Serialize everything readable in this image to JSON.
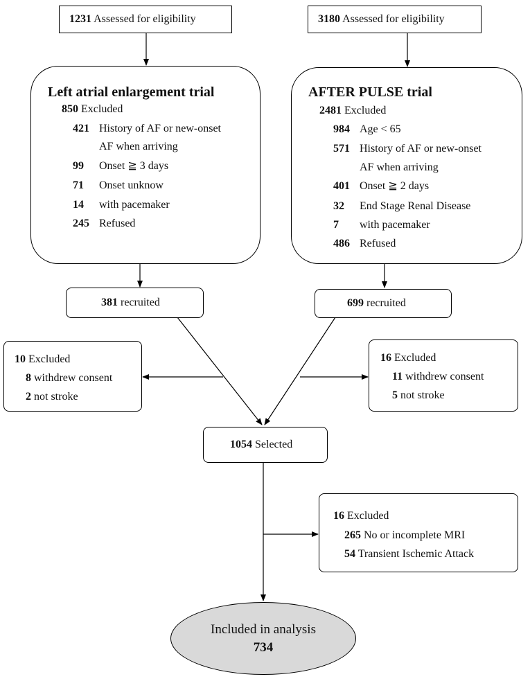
{
  "left": {
    "assessed": {
      "num": "1231",
      "text": "Assessed for eligibility"
    },
    "trial_title": "Left atrial enlargement trial",
    "excluded": {
      "num": "850",
      "text": "Excluded"
    },
    "reasons": [
      {
        "num": "421",
        "text": "History of AF or new-onset"
      },
      {
        "num": "",
        "text": "AF when arriving"
      },
      {
        "num": "99",
        "text": "Onset  ≧  3 days"
      },
      {
        "num": "71",
        "text": "Onset unknow"
      },
      {
        "num": "14",
        "text": "with pacemaker"
      },
      {
        "num": "245",
        "text": "Refused"
      }
    ],
    "recruited": {
      "num": "381",
      "text": "recruited"
    },
    "post": {
      "excluded": {
        "num": "10",
        "text": "Excluded"
      },
      "items": [
        {
          "num": "8",
          "text": "withdrew consent"
        },
        {
          "num": "2",
          "text": "not stroke"
        }
      ]
    }
  },
  "right": {
    "assessed": {
      "num": "3180",
      "text": "Assessed for eligibility"
    },
    "trial_title": "AFTER PULSE trial",
    "excluded": {
      "num": "2481",
      "text": "Excluded"
    },
    "reasons": [
      {
        "num": "984",
        "text": "Age < 65"
      },
      {
        "num": "571",
        "text": "History of AF or new-onset"
      },
      {
        "num": "",
        "text": "AF when arriving"
      },
      {
        "num": "401",
        "text": "Onset  ≧  2 days"
      },
      {
        "num": "32",
        "text": "End Stage Renal Disease"
      },
      {
        "num": "7",
        "text": "with pacemaker"
      },
      {
        "num": "486",
        "text": "Refused"
      }
    ],
    "recruited": {
      "num": "699",
      "text": "recruited"
    },
    "post": {
      "excluded": {
        "num": "16",
        "text": "Excluded"
      },
      "items": [
        {
          "num": "11",
          "text": "withdrew consent"
        },
        {
          "num": "5",
          "text": "not stroke"
        }
      ]
    }
  },
  "selected": {
    "num": "1054",
    "text": "Selected"
  },
  "final_excluded": {
    "excluded": {
      "num": "16",
      "text": "Excluded"
    },
    "items": [
      {
        "num": "265",
        "text": "No or incomplete MRI"
      },
      {
        "num": "54",
        "text": "Transient Ischemic Attack"
      }
    ]
  },
  "included": {
    "text": "Included in analysis",
    "num": "734"
  }
}
